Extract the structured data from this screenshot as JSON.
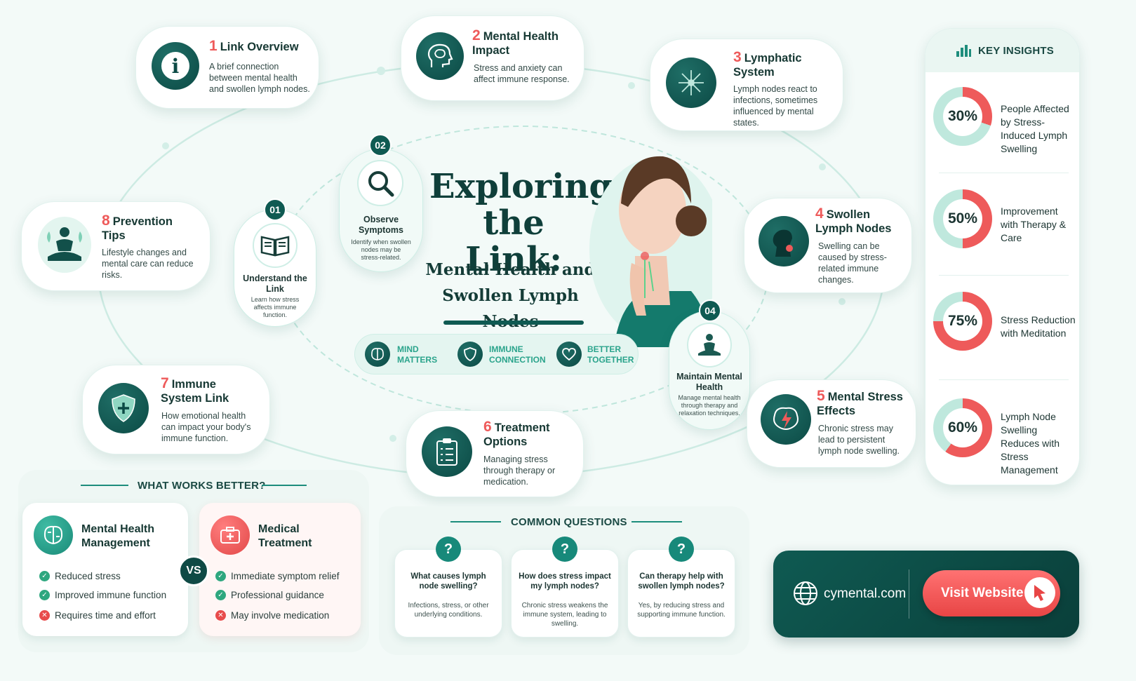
{
  "colors": {
    "accent": "#0f5a52",
    "highlight": "#ee5a5a",
    "mint": "#bfe8dd"
  },
  "title": {
    "line1": "Exploring",
    "line2": "the Link:",
    "sub1": "Mental Health and",
    "sub2": "Swollen Lymph Nodes"
  },
  "cards": [
    {
      "num": "1",
      "title": "Link Overview",
      "desc": "A brief connection between mental health and swollen lymph nodes.",
      "icon": "info-icon"
    },
    {
      "num": "2",
      "title": "Mental Health Impact",
      "desc": "Stress and anxiety can affect immune response.",
      "icon": "brain-head-icon"
    },
    {
      "num": "3",
      "title": "Lymphatic System",
      "desc": "Lymph nodes react to infections, sometimes influenced by mental states.",
      "icon": "lymph-network-icon"
    },
    {
      "num": "4",
      "title": "Swollen Lymph Nodes",
      "desc": "Swelling can be caused by stress-related immune changes.",
      "icon": "neck-swelling-icon"
    },
    {
      "num": "5",
      "title": "Mental Stress Effects",
      "desc": "Chronic stress may lead to persistent lymph node swelling.",
      "icon": "brain-bolt-icon"
    },
    {
      "num": "6",
      "title": "Treatment Options",
      "desc": "Managing stress through therapy or medication.",
      "icon": "clipboard-icon"
    },
    {
      "num": "7",
      "title": "Immune System Link",
      "desc": "How emotional health can impact your body's immune function.",
      "icon": "shield-plus-icon"
    },
    {
      "num": "8",
      "title": "Prevention Tips",
      "desc": "Lifestyle changes and mental care can reduce risks.",
      "icon": "meditation-icon"
    }
  ],
  "steps": [
    {
      "num": "01",
      "title": "Understand the Link",
      "desc": "Learn how stress affects immune function.",
      "icon": "book-icon"
    },
    {
      "num": "02",
      "title": "Observe Symptoms",
      "desc": "Identify when swollen nodes may be stress-related.",
      "icon": "magnifier-icon"
    },
    {
      "num": "04",
      "title": "Maintain Mental Health",
      "desc": "Manage mental health through therapy and relaxation techniques.",
      "icon": "meditation-icon"
    }
  ],
  "tags": [
    {
      "line1": "MIND",
      "line2": "MATTERS",
      "icon": "brain-icon"
    },
    {
      "line1": "IMMUNE",
      "line2": "CONNECTION",
      "icon": "shield-icon"
    },
    {
      "line1": "BETTER",
      "line2": "TOGETHER",
      "icon": "heart-icon"
    }
  ],
  "insights": {
    "header": "KEY INSIGHTS",
    "items": [
      {
        "value": "30%",
        "percent": 30,
        "label": "People Affected by Stress-Induced Lymph Swelling"
      },
      {
        "value": "50%",
        "percent": 50,
        "label": "Improvement with Therapy & Care"
      },
      {
        "value": "75%",
        "percent": 75,
        "label": "Stress Reduction with Meditation"
      },
      {
        "value": "60%",
        "percent": 60,
        "label": "Lymph Node Swelling Reduces with Stress Management"
      }
    ]
  },
  "compare": {
    "header": "WHAT WORKS BETTER?",
    "vs": "VS",
    "left": {
      "title1": "Mental Health",
      "title2": "Management",
      "items": [
        {
          "text": "Reduced stress",
          "ok": true
        },
        {
          "text": "Improved immune function",
          "ok": true
        },
        {
          "text": "Requires time and effort",
          "ok": false
        }
      ]
    },
    "right": {
      "title1": "Medical",
      "title2": "Treatment",
      "items": [
        {
          "text": "Immediate symptom relief",
          "ok": true
        },
        {
          "text": "Professional guidance",
          "ok": true
        },
        {
          "text": "May involve medication",
          "ok": false
        }
      ]
    }
  },
  "faq": {
    "header": "COMMON QUESTIONS",
    "items": [
      {
        "q": "What causes lymph node swelling?",
        "a": "Infections, stress, or other underlying conditions."
      },
      {
        "q": "How does stress impact my lymph nodes?",
        "a": "Chronic stress weakens the immune system, leading to swelling."
      },
      {
        "q": "Can therapy help with swollen lymph nodes?",
        "a": "Yes, by reducing stress and supporting immune function."
      }
    ]
  },
  "cta": {
    "site": "cymental.com",
    "button": "Visit Website"
  }
}
